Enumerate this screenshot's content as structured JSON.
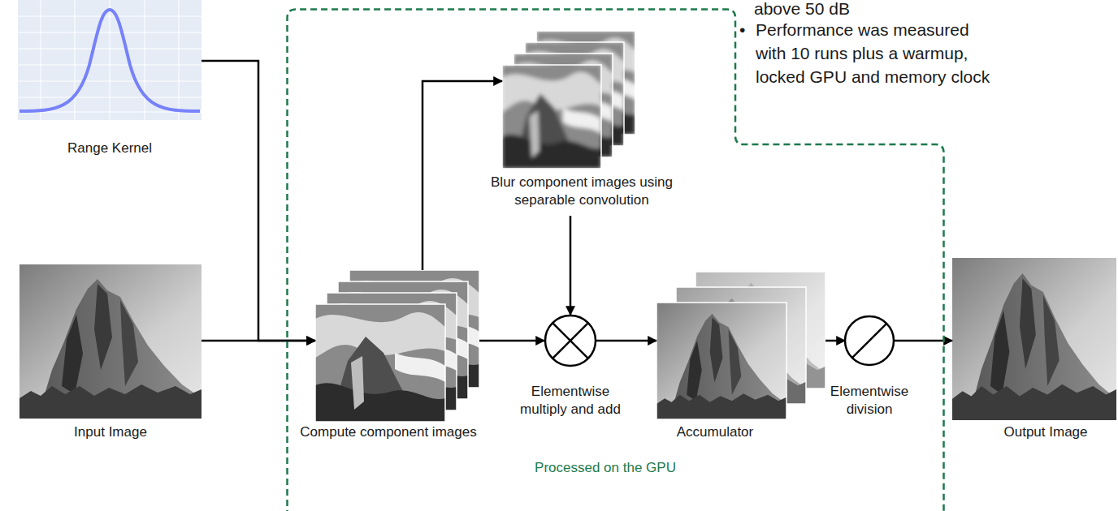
{
  "diagram": {
    "nodes": [
      {
        "text": [
          "Range Kernel"
        ]
      },
      {
        "text": [
          "Input Image"
        ]
      },
      {
        "text": [
          "Processed on the GPU"
        ]
      },
      {
        "text": [
          "Blur component images using separable convolution"
        ],
        "in": 2
      },
      {
        "text": [
          "Compute component images"
        ],
        "in": 2
      },
      {
        "text": [
          "Elementwise multiply and add"
        ],
        "in": 2
      },
      {
        "text": [
          "Accumulator"
        ],
        "in": 2
      },
      {
        "text": [
          "Elementwise division"
        ],
        "in": 2
      },
      {
        "text": [
          "Output Image"
        ]
      }
    ],
    "edges": [
      {
        "from": 0,
        "to": 4,
        "arrow": "to"
      },
      {
        "from": 1,
        "to": 4,
        "arrow": "to"
      },
      {
        "from": 4,
        "to": 3,
        "arrow": "to"
      },
      {
        "from": 4,
        "to": 5,
        "arrow": "to"
      },
      {
        "from": 3,
        "to": 5,
        "arrow": "to"
      },
      {
        "from": 5,
        "to": 6,
        "arrow": "to"
      },
      {
        "from": 6,
        "to": 7,
        "arrow": "to"
      },
      {
        "from": 7,
        "to": 8,
        "arrow": "to"
      }
    ],
    "labels": [
      "above 50 dB",
      "•",
      "Performance was measured with 10 runs plus a warmup, locked GPU and memory clock"
    ]
  }
}
